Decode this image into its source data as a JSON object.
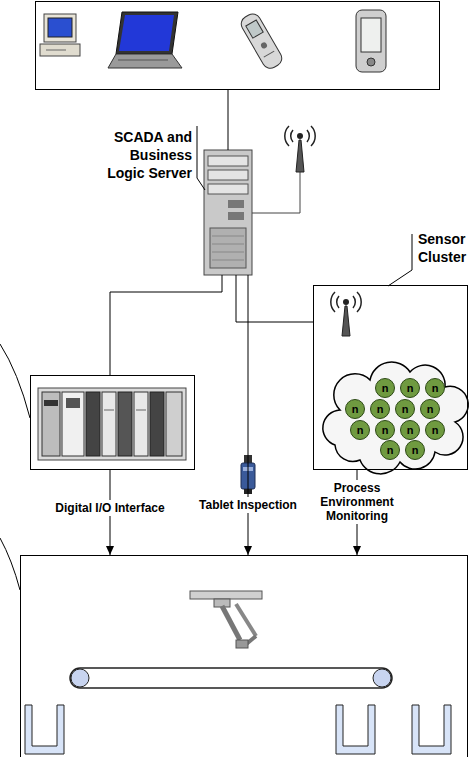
{
  "diagram": {
    "nodes": [
      {
        "text": []
      },
      {
        "text": [
          "SCADA and Business Logic Server"
        ]
      },
      {
        "text": [
          "Sensor Cluster"
        ]
      },
      {
        "text": [
          "n"
        ],
        "in": 2
      },
      {
        "text": [
          "n"
        ],
        "in": 2
      },
      {
        "text": [
          "n"
        ],
        "in": 2
      },
      {
        "text": [
          "n"
        ],
        "in": 2
      },
      {
        "text": [
          "n"
        ],
        "in": 2
      },
      {
        "text": [
          "n"
        ],
        "in": 2
      },
      {
        "text": [
          "n"
        ],
        "in": 2
      },
      {
        "text": [
          "n"
        ],
        "in": 2
      },
      {
        "text": [
          "n"
        ],
        "in": 2
      },
      {
        "text": [
          "n"
        ],
        "in": 2
      },
      {
        "text": [
          "n"
        ],
        "in": 2
      },
      {
        "text": [
          "n"
        ],
        "in": 2
      },
      {
        "text": [
          "n"
        ],
        "in": 2
      },
      {
        "text": []
      },
      {
        "text": []
      }
    ],
    "edges": [
      {
        "from": 0,
        "to": 1,
        "arrow": "none"
      },
      {
        "from": 1,
        "to": 2,
        "arrow": "none"
      },
      {
        "from": 1,
        "to": 16,
        "arrow": "none"
      },
      {
        "from": 16,
        "to": 17,
        "label": "Digital I/O Interface",
        "arrow": "to"
      },
      {
        "from": 1,
        "to": 17,
        "label": "Tablet Inspection",
        "arrow": "to"
      },
      {
        "from": 2,
        "to": 17,
        "label": "Process Environment Monitoring",
        "arrow": "to"
      }
    ]
  }
}
